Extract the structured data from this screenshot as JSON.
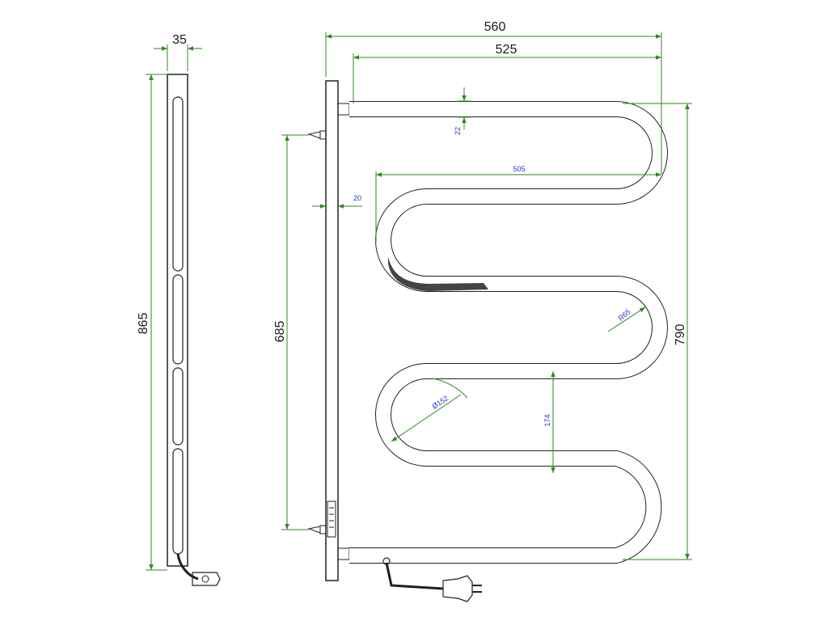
{
  "drawing": {
    "side_view": {
      "width_label": "35",
      "height_label": "865"
    },
    "front_view": {
      "overall_width_label": "560",
      "tube_span_label": "525",
      "inner_span_label": "505",
      "tube_diameter_label": "22",
      "wall_offset_label": "20",
      "mount_spacing_label": "685",
      "overall_height_label": "790",
      "bend_radius_label": "R65",
      "bend_diameter_label": "Ø152",
      "loop_pitch_label": "174"
    },
    "colors": {
      "dimension": "#2e8b1e",
      "outline": "#222222",
      "small_text": "#2333c8"
    }
  }
}
